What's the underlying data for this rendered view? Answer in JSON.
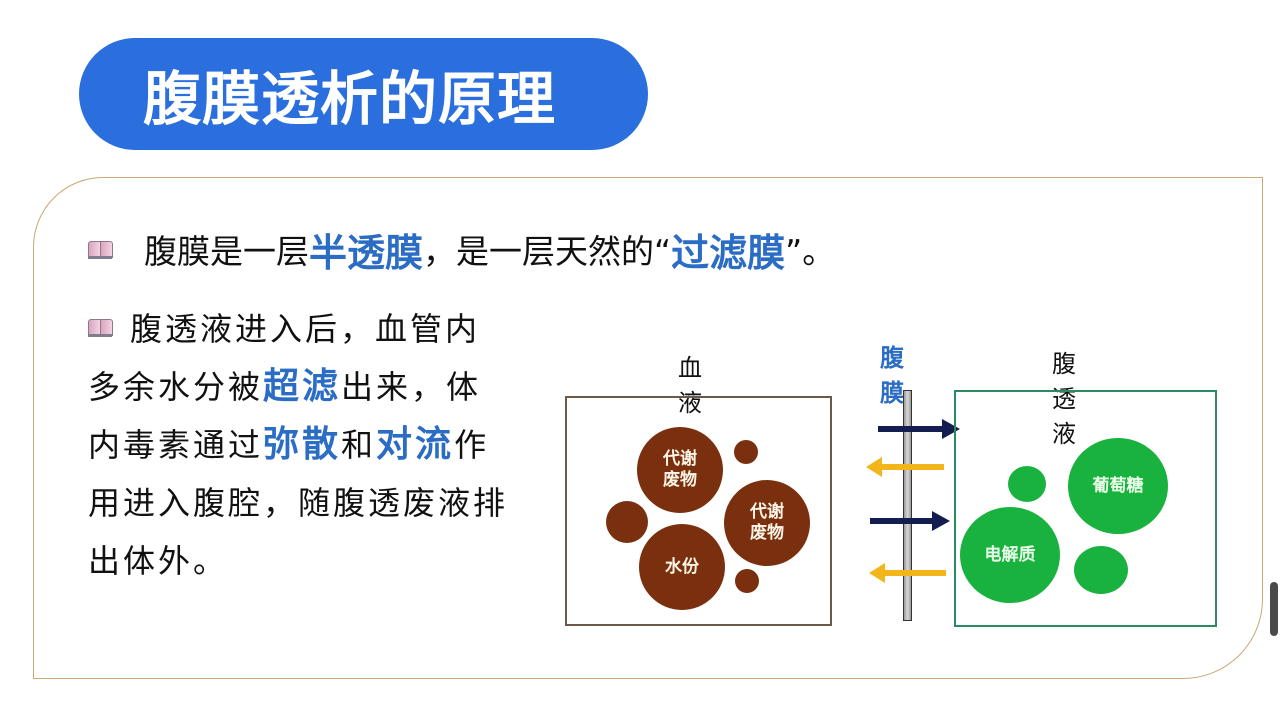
{
  "slide": {
    "title": "腹膜透析的原理"
  },
  "bullets": [
    {
      "icon": "book-icon",
      "segments": [
        {
          "text": "腹膜是一层",
          "highlight": false
        },
        {
          "text": "半透膜",
          "highlight": true
        },
        {
          "text": "，是一层天然的“",
          "highlight": false
        },
        {
          "text": "过滤膜",
          "highlight": true
        },
        {
          "text": "”。",
          "highlight": false
        }
      ]
    },
    {
      "icon": "book-icon",
      "segments": [
        {
          "text": "腹透液进入后，血管内多余水分被",
          "highlight": false
        },
        {
          "text": "超滤",
          "highlight": true
        },
        {
          "text": "出来，体内毒素通过",
          "highlight": false
        },
        {
          "text": "弥散",
          "highlight": true
        },
        {
          "text": "和",
          "highlight": false
        },
        {
          "text": "对流",
          "highlight": true
        },
        {
          "text": "作用进入腹腔，随腹透废液排出体外。",
          "highlight": false
        }
      ]
    }
  ],
  "diagram": {
    "blood_label": "血液",
    "membrane_label": "腹膜",
    "dialysate_label": "腹透液",
    "blood_particles": [
      {
        "label": "代谢\n废物",
        "size": "large"
      },
      {
        "label": "代谢\n废物",
        "size": "large"
      },
      {
        "label": "水份",
        "size": "large"
      },
      {
        "label": "",
        "size": "small"
      },
      {
        "label": "",
        "size": "small"
      },
      {
        "label": "",
        "size": "medium"
      }
    ],
    "dialysate_particles": [
      {
        "label": "葡萄糖",
        "size": "large"
      },
      {
        "label": "电解质",
        "size": "large"
      },
      {
        "label": "",
        "size": "small"
      },
      {
        "label": "",
        "size": "small"
      }
    ],
    "arrows": [
      {
        "direction": "right",
        "color": "#141d4f"
      },
      {
        "direction": "left",
        "color": "#f2b51a"
      },
      {
        "direction": "right",
        "color": "#141d4f"
      },
      {
        "direction": "left",
        "color": "#f2b51a"
      }
    ]
  },
  "colors": {
    "title_bg": "#2a6fdd",
    "highlight": "#2b6cc4",
    "frame_border": "#c9a875",
    "blood_particle": "#7a300e",
    "dialysate_particle": "#19b23f"
  }
}
